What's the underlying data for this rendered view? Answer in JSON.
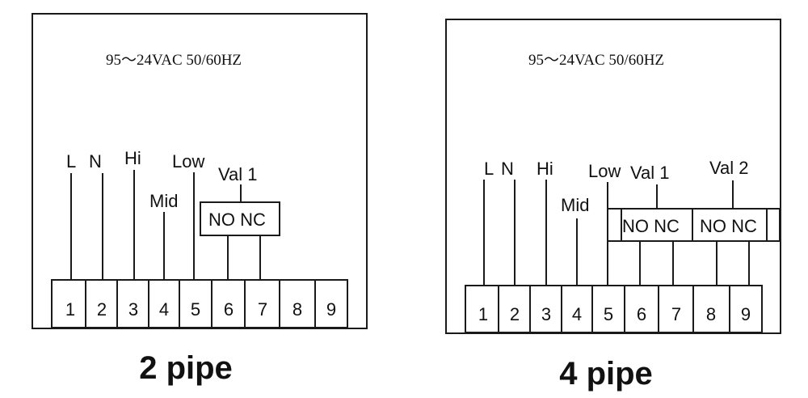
{
  "colors": {
    "line": "#1a1a1a",
    "text": "#111111",
    "background": "#ffffff"
  },
  "diagram_2pipe": {
    "supply": "95～24VAC 50/60HZ",
    "labels": {
      "l": "L",
      "n": "N",
      "hi": "Hi",
      "mid": "Mid",
      "low": "Low",
      "val1": "Val 1",
      "relay1": "NO NC"
    },
    "terminals": [
      "1",
      "2",
      "3",
      "4",
      "5",
      "6",
      "7",
      "8",
      "9"
    ],
    "caption": "2 pipe"
  },
  "diagram_4pipe": {
    "supply": "95～24VAC 50/60HZ",
    "labels": {
      "l": "L",
      "n": "N",
      "hi": "Hi",
      "mid": "Mid",
      "low": "Low",
      "val1": "Val 1",
      "val2": "Val 2",
      "relay1": "NO NC",
      "relay2": "NO NC"
    },
    "terminals": [
      "1",
      "2",
      "3",
      "4",
      "5",
      "6",
      "7",
      "8",
      "9"
    ],
    "caption": "4 pipe"
  }
}
